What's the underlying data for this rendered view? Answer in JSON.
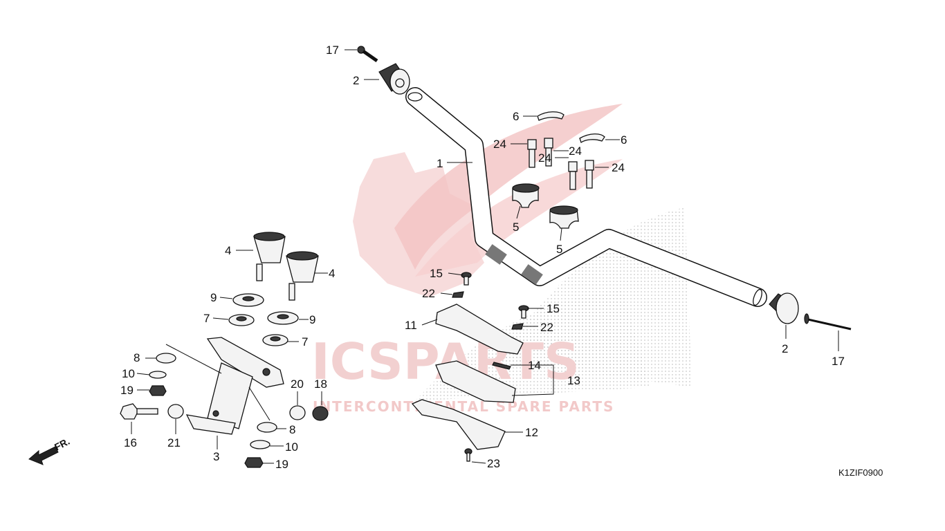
{
  "watermark": {
    "brand": "ICSPARTS",
    "tagline": "INTERCONTINENTAL SPARE PARTS",
    "color": "#e88a8a"
  },
  "diagram_ref": "K1ZIF0900",
  "direction_label": "FR.",
  "callouts": [
    "1",
    "2",
    "2",
    "3",
    "4",
    "4",
    "5",
    "5",
    "6",
    "6",
    "7",
    "7",
    "8",
    "8",
    "9",
    "9",
    "10",
    "10",
    "11",
    "12",
    "13",
    "14",
    "15",
    "15",
    "16",
    "17",
    "17",
    "18",
    "19",
    "19",
    "20",
    "21",
    "22",
    "22",
    "23",
    "24",
    "24",
    "24",
    "24"
  ]
}
